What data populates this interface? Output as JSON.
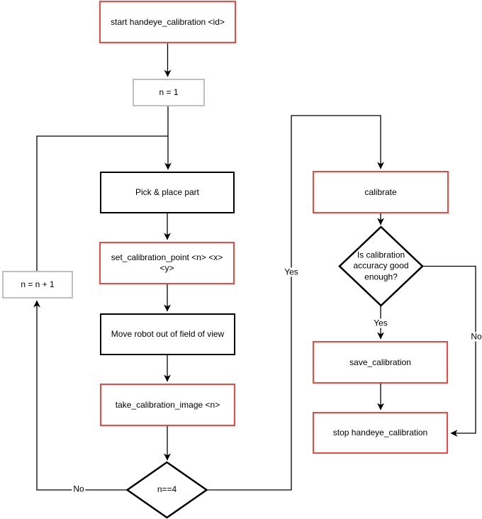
{
  "colors": {
    "red": "#f5473d",
    "gray": "#bfbfbf",
    "black": "#000000"
  },
  "nodes": {
    "start": {
      "label": "start handeye_calibration <id>"
    },
    "init_n": {
      "label": "n = 1"
    },
    "pick_place": {
      "label": "Pick & place part"
    },
    "set_point": {
      "label": "set_calibration_point <n> <x> <y>"
    },
    "move_robot": {
      "label": "Move robot out of field of view"
    },
    "take_image": {
      "label": "take_calibration_image <n>"
    },
    "loop_check": {
      "label": "n==4"
    },
    "calibrate": {
      "label": "calibrate"
    },
    "accuracy_check": {
      "label": "Is calibration accuracy good enough?"
    },
    "save": {
      "label": "save_calibration"
    },
    "stop": {
      "label": "stop handeye_calibration"
    },
    "increment_n": {
      "label": "n = n + 1"
    }
  },
  "edge_labels": {
    "loop_no": "No",
    "loop_yes": "Yes",
    "accuracy_yes": "Yes",
    "accuracy_no": "No"
  }
}
